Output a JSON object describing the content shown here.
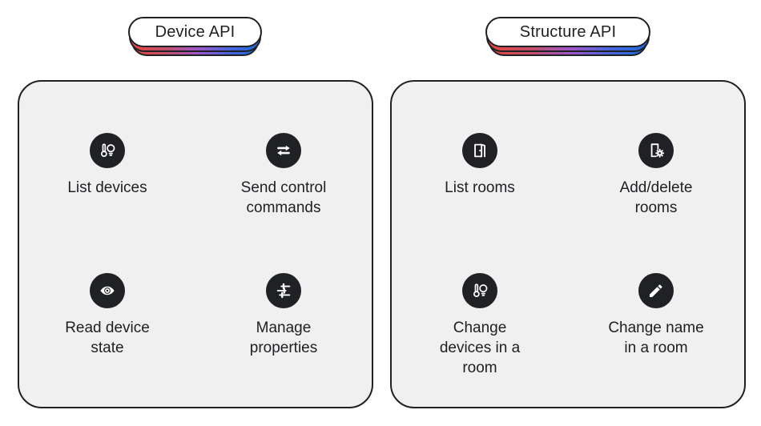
{
  "colors": {
    "background": "#ffffff",
    "panel_bg": "#f0f0f1",
    "outline": "#202124",
    "icon_circle_bg": "#202124",
    "text": "#202124",
    "pill_gradient_left": "#e8453c",
    "pill_gradient_mid": "#9f56c9",
    "pill_gradient_right": "#1a6be0"
  },
  "pills": [
    {
      "label": "Device API"
    },
    {
      "label": "Structure API"
    }
  ],
  "panels": [
    {
      "name": "device-api",
      "cells": [
        {
          "icon": "thermometer-bulb-icon",
          "label": "List devices"
        },
        {
          "icon": "swap-arrows-icon",
          "label": "Send control\ncommands"
        },
        {
          "icon": "eye-icon",
          "label": "Read device\nstate"
        },
        {
          "icon": "tune-sliders-icon",
          "label": "Manage\nproperties"
        }
      ]
    },
    {
      "name": "structure-api",
      "cells": [
        {
          "icon": "open-door-icon",
          "label": "List rooms"
        },
        {
          "icon": "door-gear-icon",
          "label": "Add/delete\nrooms"
        },
        {
          "icon": "thermometer-bulb-icon",
          "label": "Change\ndevices in a\nroom"
        },
        {
          "icon": "pencil-icon",
          "label": "Change name\nin a room"
        }
      ]
    }
  ]
}
